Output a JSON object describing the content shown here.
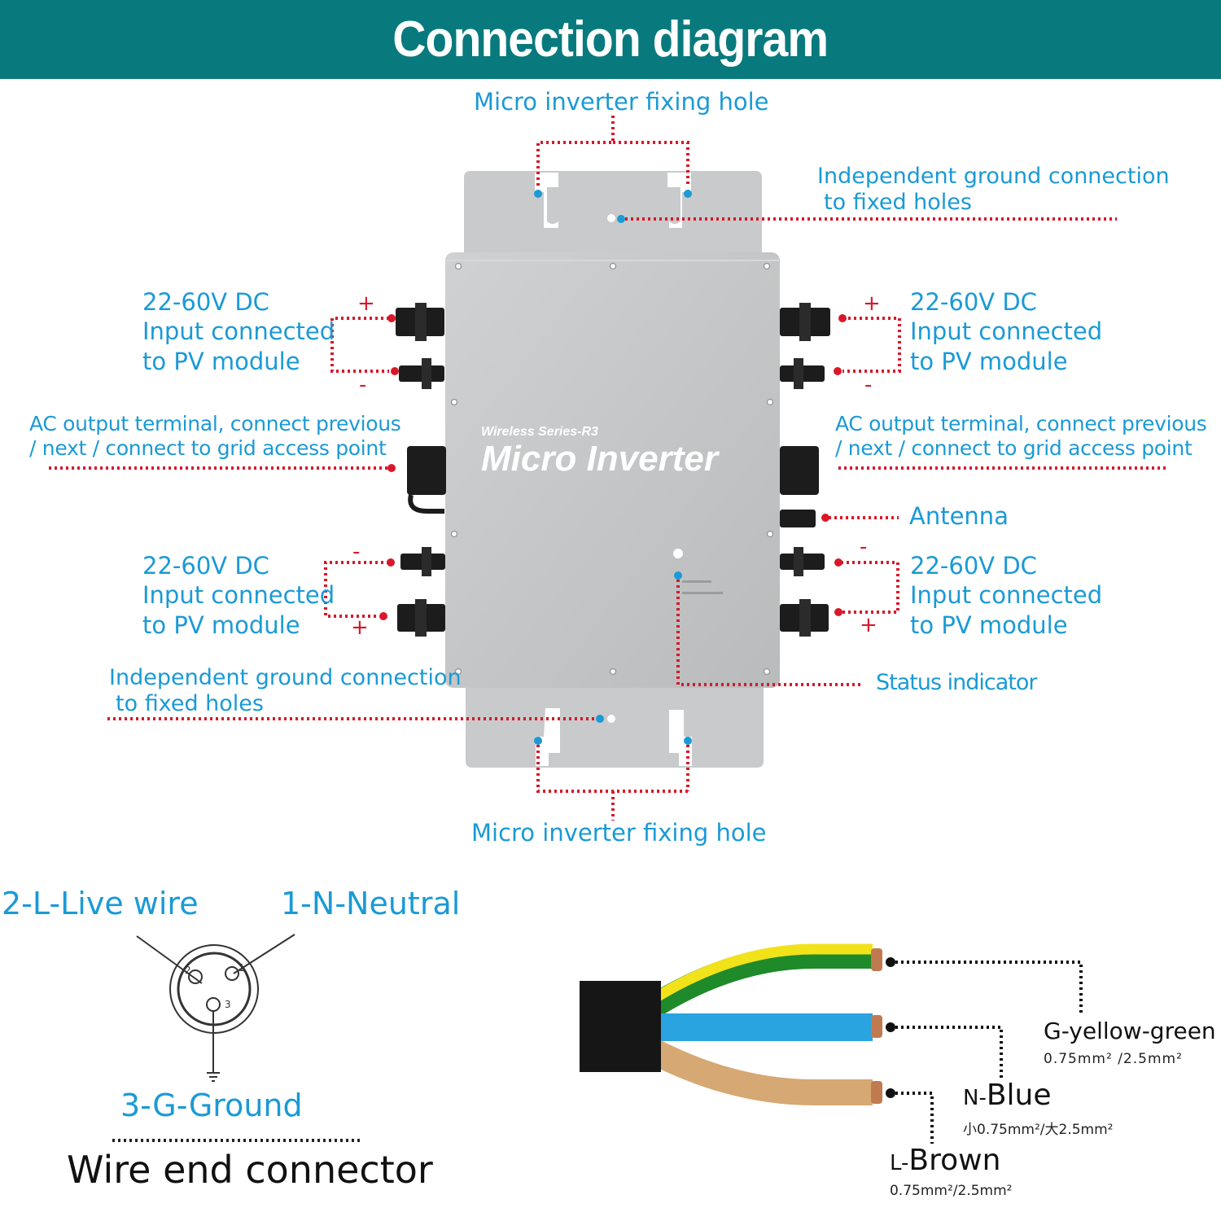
{
  "header": {
    "title": "Connection diagram"
  },
  "device": {
    "series": "Wireless Series-R3",
    "name": "Micro Inverter"
  },
  "labels": {
    "fixing_hole_top": "Micro inverter fixing hole",
    "fixing_hole_bottom": "Micro inverter fixing hole",
    "ground_top": {
      "line1": "Independent ground connection",
      "line2": "to fixed holes"
    },
    "ground_bottom": {
      "line1": "Independent ground connection",
      "line2": "to fixed holes"
    },
    "dc_input_top_left": {
      "line1": "22-60V DC",
      "line2": "Input connected",
      "line3": "to PV module"
    },
    "dc_input_top_right": {
      "line1": "22-60V DC",
      "line2": "Input connected",
      "line3": "to PV module"
    },
    "dc_input_bottom_left": {
      "line1": "22-60V DC",
      "line2": "Input connected",
      "line3": "to PV module"
    },
    "dc_input_bottom_right": {
      "line1": "22-60V DC",
      "line2": "Input connected",
      "line3": "to PV module"
    },
    "ac_output_left": {
      "line1": "AC output terminal, connect previous",
      "line2": "/ next / connect to grid access point"
    },
    "ac_output_right": {
      "line1": "AC output terminal, connect previous",
      "line2": "/ next / connect to grid access point"
    },
    "antenna": "Antenna",
    "status_indicator": "Status indicator",
    "plus": "+",
    "minus": "-"
  },
  "connector": {
    "pin2": "2-L-Live wire",
    "pin1": "1-N-Neutral",
    "pin3": "3-G-Ground",
    "title": "Wire end connector",
    "pin_numbers": [
      "1",
      "2",
      "3"
    ]
  },
  "cable": {
    "ground": {
      "name": "G-yellow-green",
      "spec": "0.75mm² /2.5mm²"
    },
    "neutral": {
      "name_prefix": "N-",
      "name": "Blue",
      "spec": "小0.75mm²/大2.5mm²"
    },
    "live": {
      "name_prefix": "L-",
      "name": "Brown",
      "spec": "0.75mm²/2.5mm²"
    }
  },
  "colors": {
    "header_bg": "#087a7e",
    "label_blue": "#1a9ad6",
    "leader_red": "#d9182a",
    "device_grey": "#c2c4c5"
  }
}
